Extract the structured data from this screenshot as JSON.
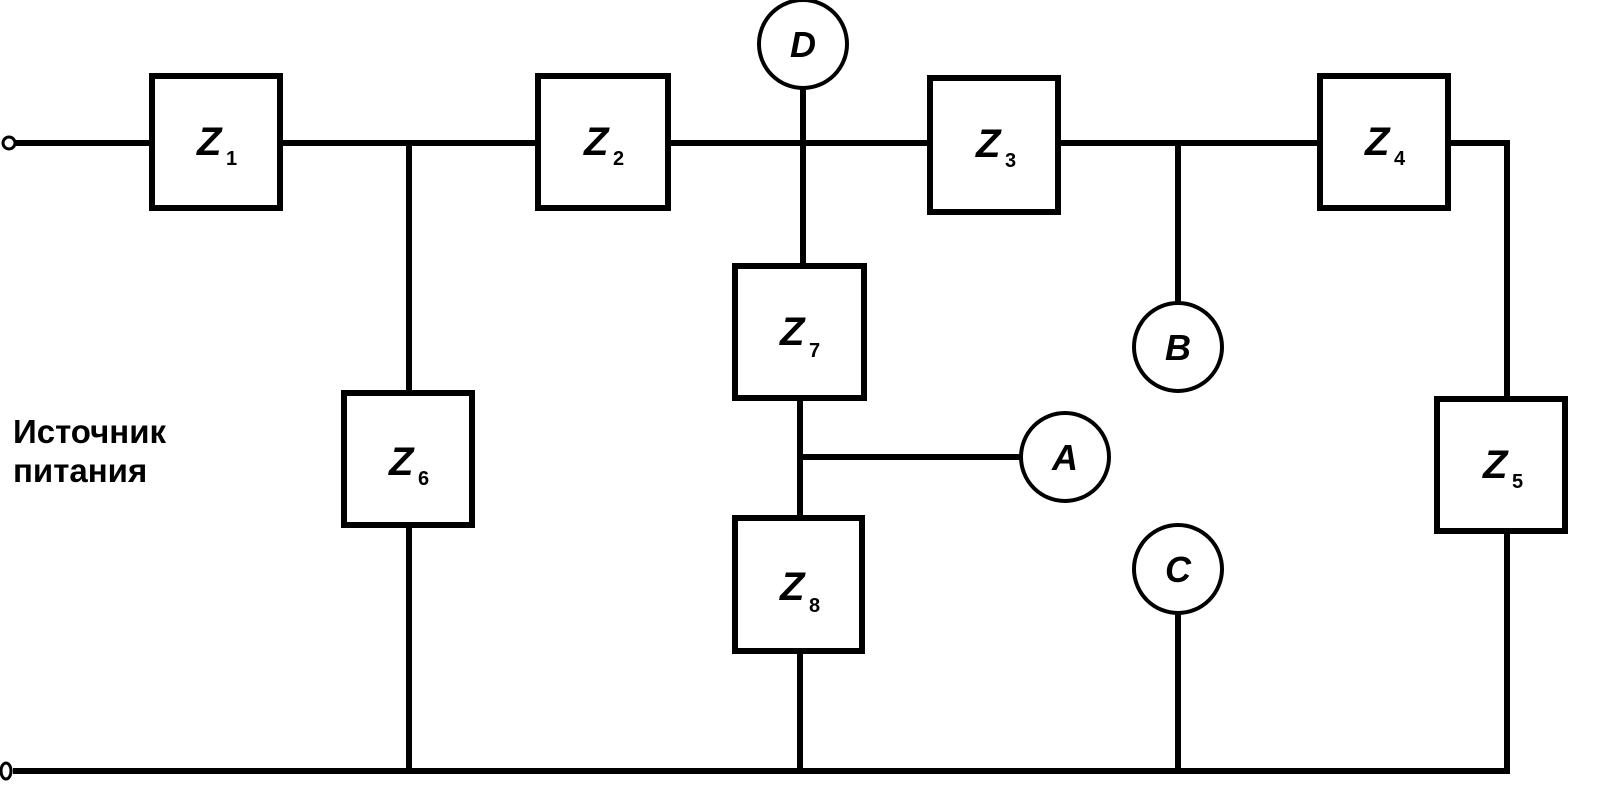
{
  "diagram": {
    "type": "circuit",
    "source_label_line1": "Источник",
    "source_label_line2": "питания",
    "impedances": [
      {
        "id": "Z1",
        "symbol": "Z",
        "index": "1"
      },
      {
        "id": "Z2",
        "symbol": "Z",
        "index": "2"
      },
      {
        "id": "Z3",
        "symbol": "Z",
        "index": "3"
      },
      {
        "id": "Z4",
        "symbol": "Z",
        "index": "4"
      },
      {
        "id": "Z5",
        "symbol": "Z",
        "index": "5"
      },
      {
        "id": "Z6",
        "symbol": "Z",
        "index": "6"
      },
      {
        "id": "Z7",
        "symbol": "Z",
        "index": "7"
      },
      {
        "id": "Z8",
        "symbol": "Z",
        "index": "8"
      }
    ],
    "nodes": [
      {
        "id": "A",
        "label": "A"
      },
      {
        "id": "B",
        "label": "B"
      },
      {
        "id": "C",
        "label": "C"
      },
      {
        "id": "D",
        "label": "D"
      }
    ]
  }
}
